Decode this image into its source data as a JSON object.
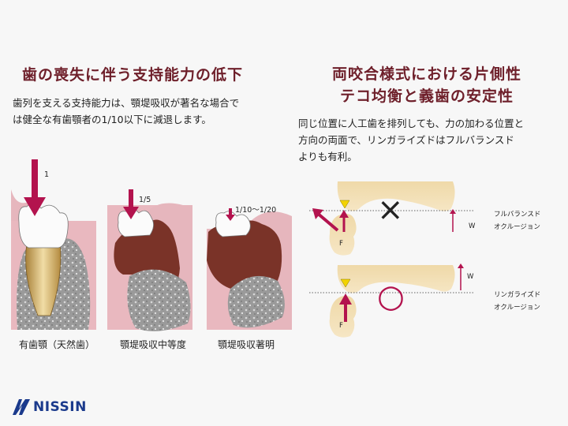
{
  "left": {
    "title": "歯の喪失に伴う支持能力の低下",
    "desc_line1": "歯列を支える支持能力は、顎堤吸収が著名な場合で",
    "desc_line2": "は健全な有歯顎者の1/10以下に減退します。",
    "panels": [
      {
        "force": "1",
        "caption": "有歯顎（天然歯）"
      },
      {
        "force": "1/5",
        "caption": "顎堤吸収中等度"
      },
      {
        "force": "1/10～1/20",
        "caption": "顎堤吸収著明"
      }
    ]
  },
  "right": {
    "title_line1": "両咬合様式における片側性",
    "title_line2": "テコ均衡と義歯の安定性",
    "desc_line1": "同じ位置に人工歯を排列しても、力の加わる位置と",
    "desc_line2": "方向の両面で、リンガライズドはフルバランスド",
    "desc_line3": "よりも有利。",
    "rows": [
      {
        "label1": "フルバランスド",
        "label2": "オクルージョン",
        "w": "W",
        "f": "F",
        "mark": "×"
      },
      {
        "label1": "リンガライズド",
        "label2": "オクルージョン",
        "w": "W",
        "f": "F",
        "mark": "○"
      }
    ]
  },
  "brand": {
    "name": "NISSIN"
  },
  "colors": {
    "title": "#6e1f2a",
    "arrow": "#b3134e",
    "gum": "#e9b8bf",
    "bone": "#8f8f8f",
    "denture": "#7a3328",
    "tooth": "#f4ddb0",
    "logo": "#1b3a8c"
  }
}
